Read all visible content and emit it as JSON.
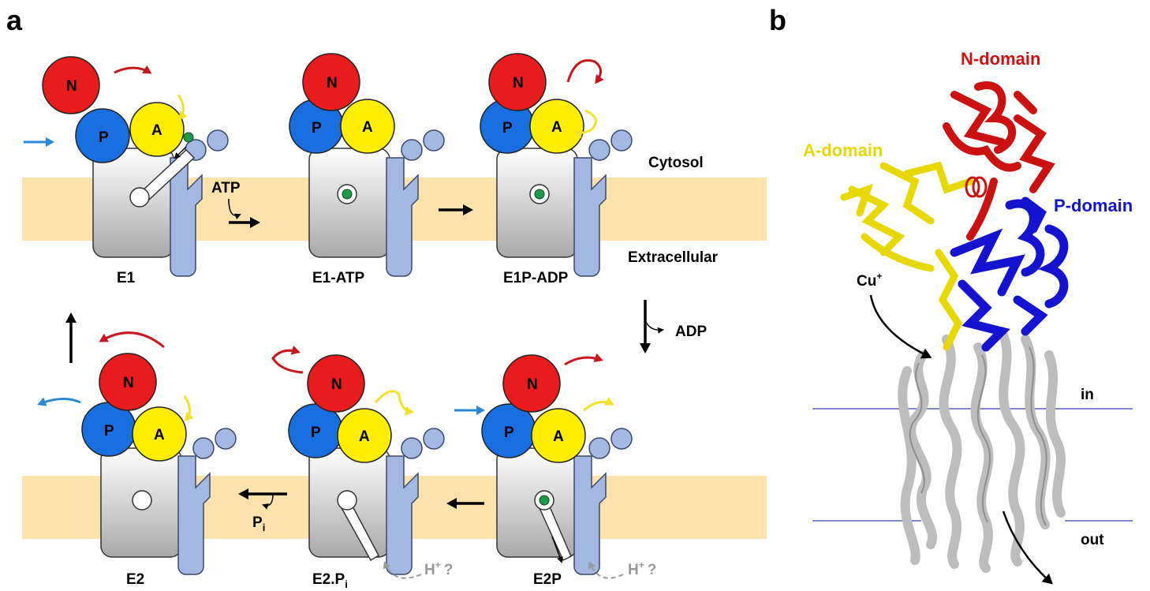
{
  "panels": {
    "a": "a",
    "b": "b"
  },
  "domains": {
    "n": "N",
    "p": "P",
    "a": "A"
  },
  "states": {
    "e1": "E1",
    "e1_atp": "E1-ATP",
    "e1p_adp": "E1P-ADP",
    "e2p": "E2P",
    "e2_pi_base": "E2.P",
    "e2_pi_sub": "i",
    "e2": "E2"
  },
  "labels": {
    "cytosol": "Cytosol",
    "extracellular": "Extracellular",
    "atp": "ATP",
    "adp": "ADP",
    "pi_base": "P",
    "pi_sub": "i",
    "proton_a": "H",
    "proton_sup": "+",
    "proton_q": "?"
  },
  "structure": {
    "n_domain": "N-domain",
    "a_domain": "A-domain",
    "p_domain": "P-domain",
    "cu_base": "Cu",
    "cu_sup": "+",
    "in": "in",
    "out": "out"
  },
  "colors": {
    "n": "#e81c1c",
    "p": "#1a6fe0",
    "a": "#ffee00",
    "membrane": "#fde3ab",
    "tm": "#a3b8e3",
    "ion": "#1f9a4a",
    "blue_arrow": "#2a8ad8",
    "red_arrow": "#c8161c",
    "yellow_arrow": "#f2e22a",
    "struct_n": "#cc1111",
    "struct_a": "#e6d800",
    "struct_p": "#1414d0",
    "struct_tm": "#c9c9c9"
  }
}
